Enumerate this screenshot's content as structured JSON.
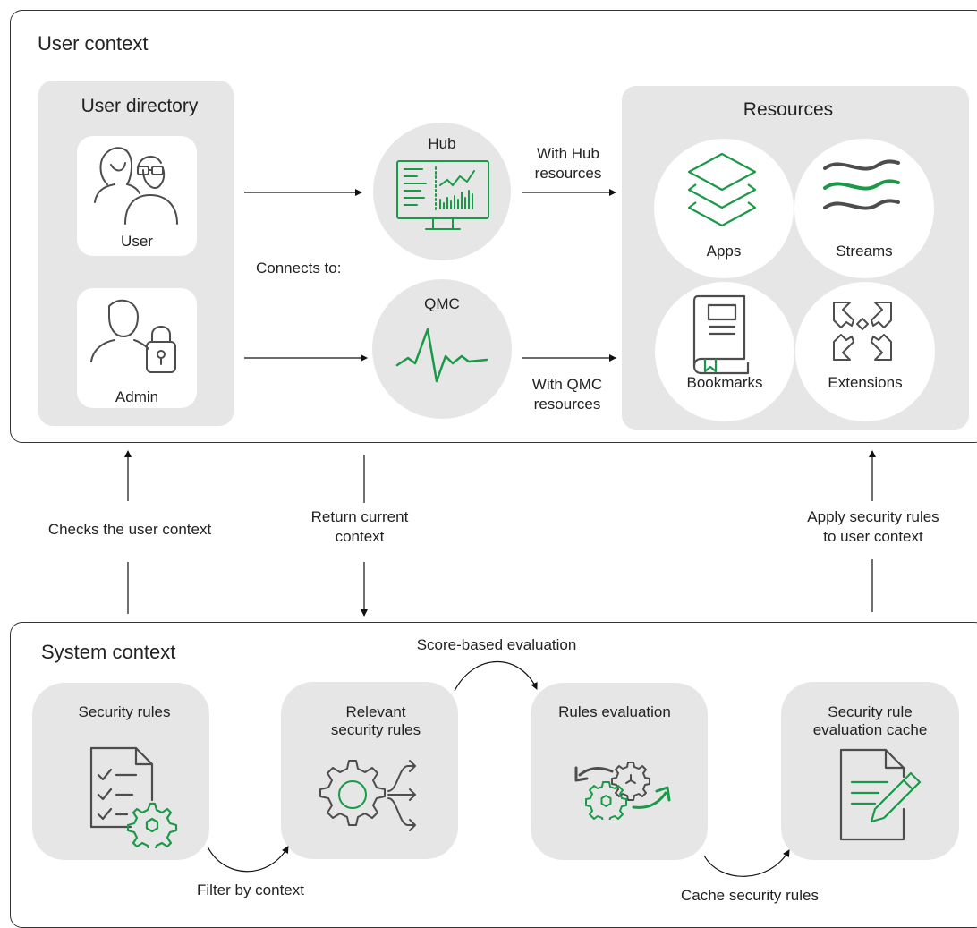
{
  "user_context": {
    "title": "User context",
    "user_directory": {
      "title": "User directory",
      "user_label": "User",
      "admin_label": "Admin"
    },
    "connects_label": "Connects to:",
    "hub_label": "Hub",
    "qmc_label": "QMC",
    "hub_arrow_label": [
      "With Hub",
      "resources"
    ],
    "qmc_arrow_label": [
      "With QMC",
      "resources"
    ],
    "resources": {
      "title": "Resources",
      "items": [
        "Apps",
        "Streams",
        "Bookmarks",
        "Extensions"
      ]
    }
  },
  "links": {
    "checks": "Checks the user context",
    "return_context": [
      "Return current",
      "context"
    ],
    "apply_rules": [
      "Apply security rules",
      "to user context"
    ]
  },
  "system_context": {
    "title": "System context",
    "steps": [
      {
        "label": [
          "Security rules"
        ]
      },
      {
        "label": [
          "Relevant",
          "security rules"
        ]
      },
      {
        "label": [
          "Rules evaluation"
        ]
      },
      {
        "label": [
          "Security rule",
          "evaluation cache"
        ]
      }
    ],
    "transitions": {
      "score": "Score-based evaluation",
      "filter": "Filter by context",
      "cache": "Cache security rules"
    }
  },
  "colors": {
    "accent_green": "#1a9a48",
    "icon_gray": "#4d4d4d",
    "panel_gray": "#e6e6e6"
  }
}
